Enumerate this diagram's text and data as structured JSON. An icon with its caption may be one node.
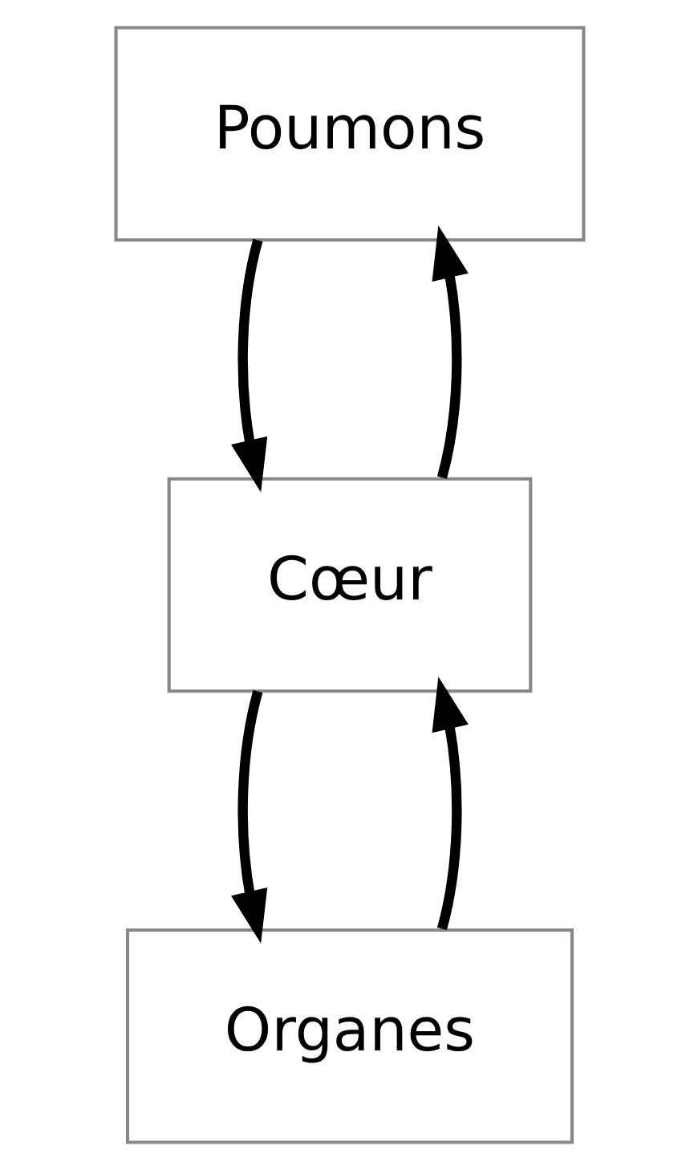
{
  "diagram": {
    "nodes": [
      {
        "text": [
          "Poumons"
        ]
      },
      {
        "text": [
          "Cœur"
        ]
      },
      {
        "text": [
          "Organes"
        ]
      }
    ],
    "edges": [
      {
        "from": 1,
        "to": 0,
        "arrow": "to"
      },
      {
        "from": 0,
        "to": 1,
        "arrow": "to"
      },
      {
        "from": 1,
        "to": 2,
        "arrow": "to"
      },
      {
        "from": 2,
        "to": 1,
        "arrow": "to"
      }
    ]
  }
}
